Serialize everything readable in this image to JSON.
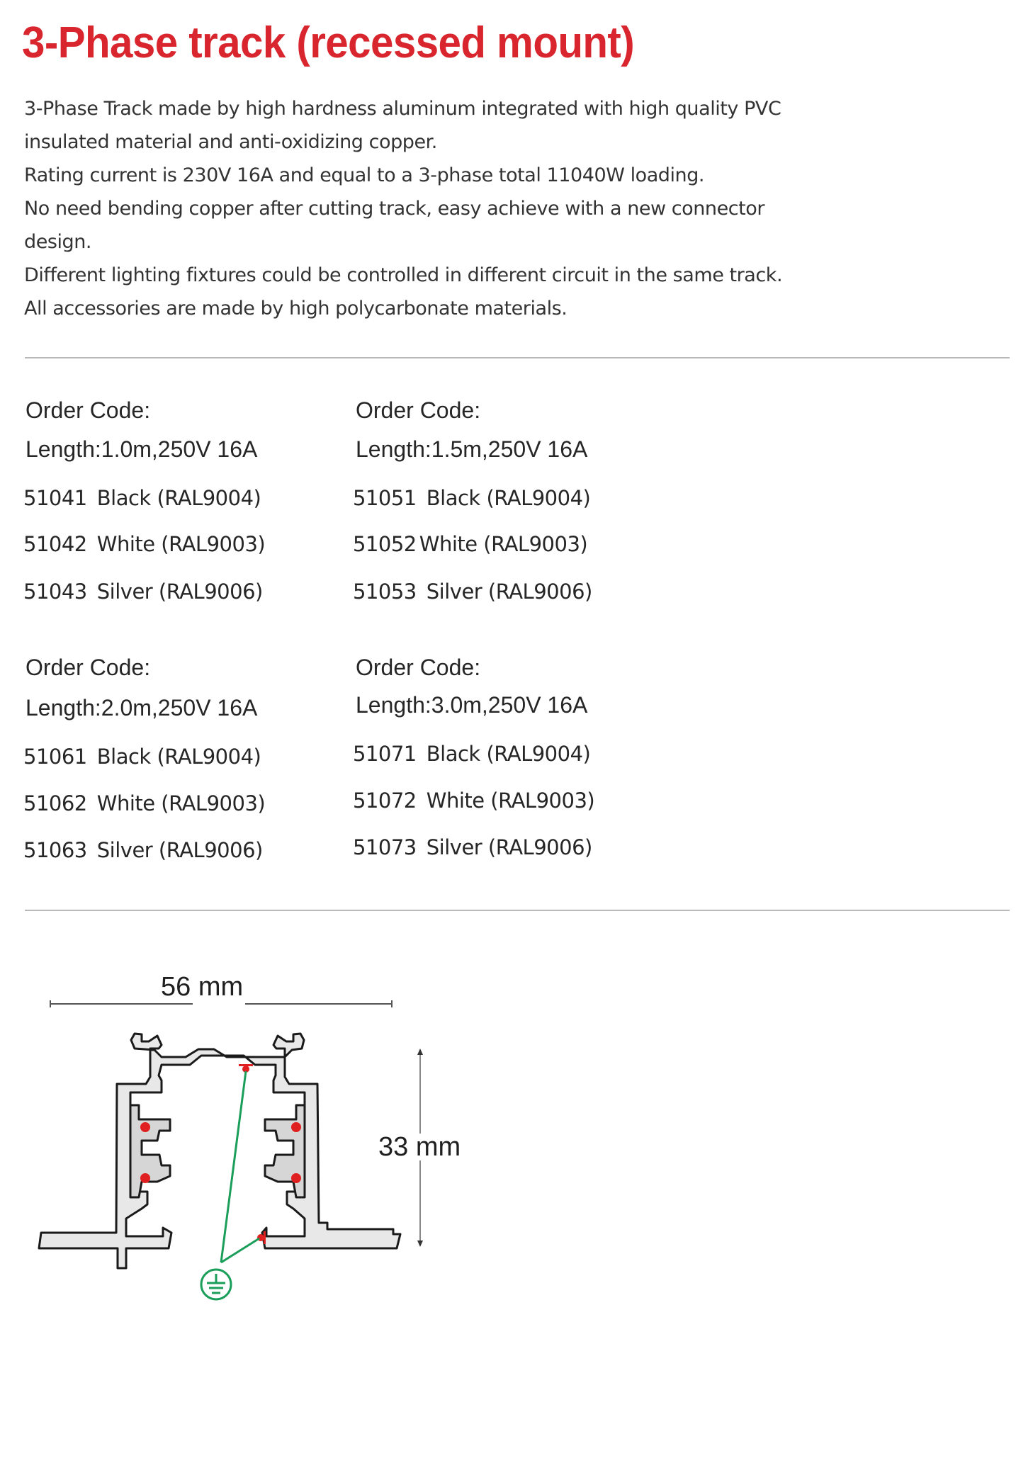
{
  "page": {
    "title": "3-Phase track (recessed mount)",
    "title_color": "#d9262e",
    "description_lines": [
      "3-Phase Track made by high hardness aluminum integrated with high quality PVC",
      "insulated material and anti-oxidizing copper.",
      "Rating current is 230V 16A and equal to a 3-phase total 11040W loading.",
      "No need bending copper after cutting track, easy achieve with a new connector",
      "design.",
      "Different lighting fixtures could be controlled in different circuit in the same track.",
      "All accessories are made by high polycarbonate materials."
    ]
  },
  "order_blocks": [
    {
      "heading": "Order Code:",
      "length": "Length:1.0m,250V 16A",
      "items": [
        {
          "code": "51041",
          "color": "Black (RAL9004)"
        },
        {
          "code": "51042",
          "color": "White (RAL9003)"
        },
        {
          "code": "51043",
          "color": "Silver (RAL9006)"
        }
      ]
    },
    {
      "heading": "Order Code:",
      "length": "Length:1.5m,250V 16A",
      "items": [
        {
          "code": "51051",
          "color": "Black (RAL9004)"
        },
        {
          "code": "51052",
          "color": "White (RAL9003)"
        },
        {
          "code": "51053",
          "color": "Silver (RAL9006)"
        }
      ]
    },
    {
      "heading": "Order Code:",
      "length": "Length:2.0m,250V 16A",
      "items": [
        {
          "code": "51061",
          "color": "Black (RAL9004)"
        },
        {
          "code": "51062",
          "color": "White (RAL9003)"
        },
        {
          "code": "51063",
          "color": "Silver (RAL9006)"
        }
      ]
    },
    {
      "heading": "Order Code:",
      "length": "Length:3.0m,250V 16A",
      "items": [
        {
          "code": "51071",
          "color": "Black (RAL9004)"
        },
        {
          "code": "51072",
          "color": "White (RAL9003)"
        },
        {
          "code": "51073",
          "color": "Silver (RAL9006)"
        }
      ]
    }
  ],
  "diagram": {
    "width_label": "56 mm",
    "height_label": "33 mm",
    "icons": [
      "ground-symbol-icon",
      "contact-dot-icon"
    ],
    "colors": {
      "outline": "#1a1a1a",
      "fill": "#e6e6e6",
      "contact": "#e02020",
      "ground": "#1a9e5a",
      "dimension": "#555555"
    }
  }
}
